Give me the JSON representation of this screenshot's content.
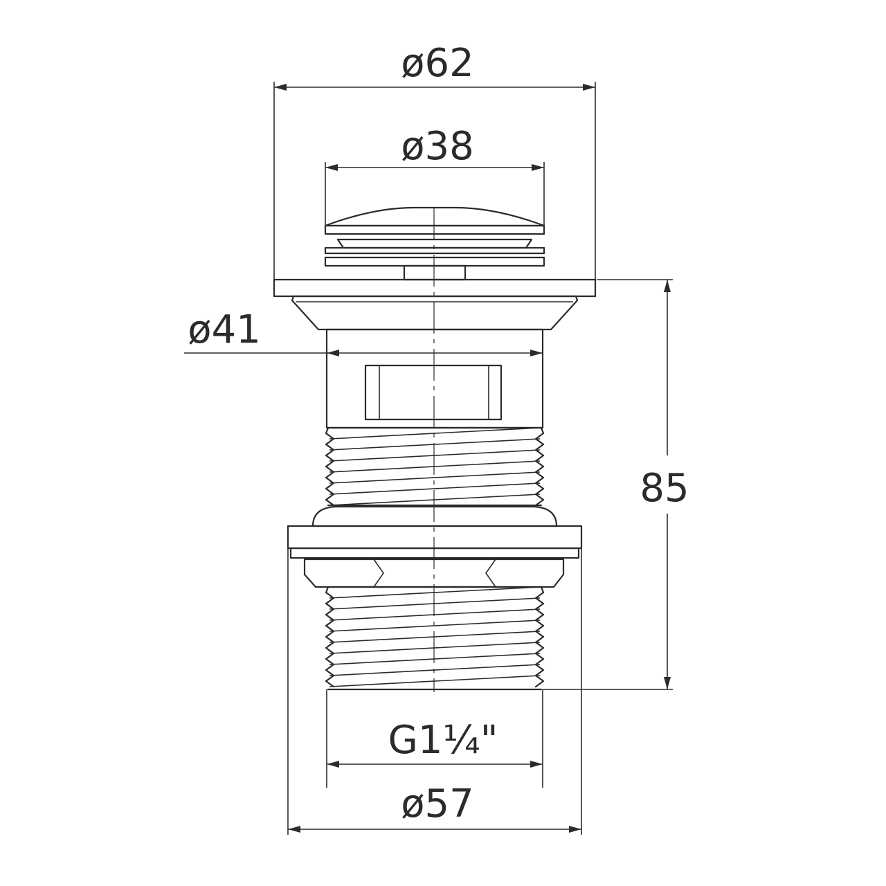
{
  "dimensions": {
    "top_diameter": "ø62",
    "cap_diameter": "ø38",
    "body_diameter": "ø41",
    "height": "85",
    "thread": "G1¼\"",
    "base_diameter": "ø57"
  },
  "colors": {
    "line": "#2b2b2b",
    "background": "#ffffff"
  }
}
